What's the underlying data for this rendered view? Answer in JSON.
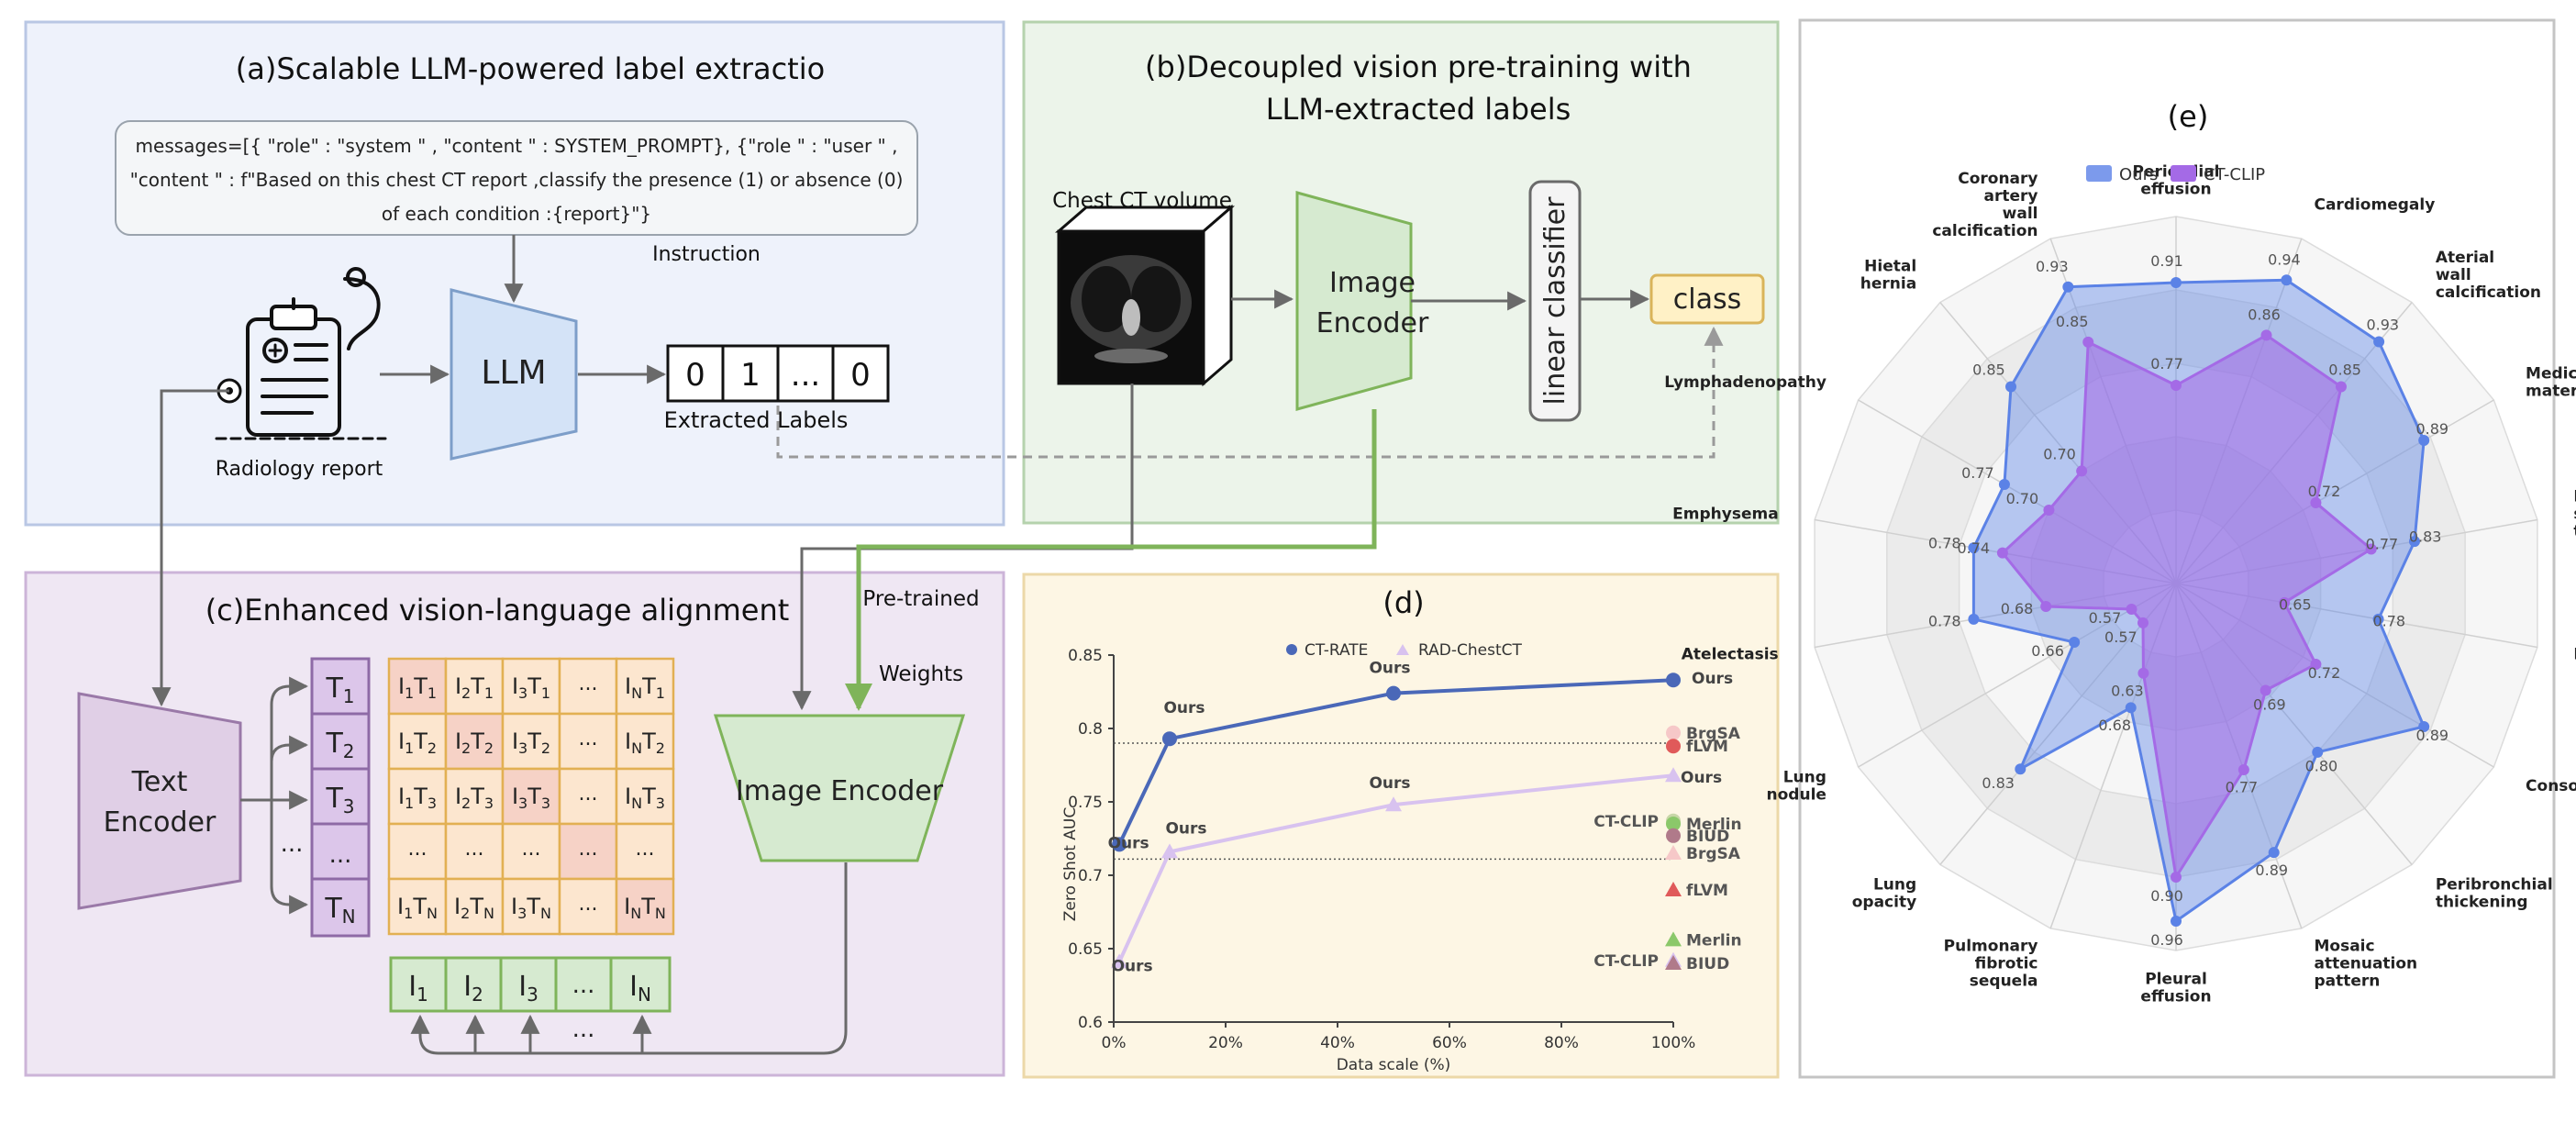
{
  "panel_a": {
    "title": "(a)Scalable LLM-powered label extractio",
    "prompt_lines": [
      "messages=[{ \"role\" : \"system \" , \"content \" : SYSTEM_PROMPT},  {\"role \" : \"user \" ,",
      "\"content \" : f\"Based on this chest CT report ,classify the presence (1) or absence (0)",
      "of each condition :{report}\"}"
    ],
    "instruction_label": "Instruction",
    "radiology_label": "Radiology report",
    "llm_label": "LLM",
    "labels_cells": [
      "0",
      "1",
      "...",
      "0"
    ],
    "extracted_label": "Extracted Labels"
  },
  "panel_b": {
    "title_line1": "(b)Decoupled vision pre-training with",
    "title_line2": "LLM-extracted labels",
    "ct_label": "Chest CT volume",
    "encoder_line1": "Image",
    "encoder_line2": "Encoder",
    "classifier_label": "linear classifier",
    "class_label": "class"
  },
  "panel_c": {
    "title": "(c)Enhanced vision-language alignment",
    "text_encoder_line1": "Text",
    "text_encoder_line2": "Encoder",
    "image_encoder_label": "Image Encoder",
    "pretrained_line1": "Pre-trained",
    "pretrained_line2": "Weights",
    "t_tokens": [
      [
        "T",
        "1"
      ],
      [
        "T",
        "2"
      ],
      [
        "T",
        "3"
      ],
      [
        "...",
        ""
      ],
      [
        "T",
        "N"
      ]
    ],
    "i_tokens": [
      [
        "I",
        "1"
      ],
      [
        "I",
        "2"
      ],
      [
        "I",
        "3"
      ],
      [
        "...",
        ""
      ],
      [
        "I",
        "N"
      ]
    ],
    "dots": "..."
  },
  "panel_d": {
    "title": "(d)",
    "chart_data": {
      "type": "line",
      "xlabel": "Data scale (%)",
      "ylabel": "Zero Shot AUC",
      "xlim": [
        0,
        100
      ],
      "ylim": [
        0.6,
        0.85
      ],
      "xticks": [
        "0%",
        "20%",
        "40%",
        "60%",
        "80%",
        "100%"
      ],
      "yticks": [
        "0.6",
        "0.65",
        "0.7",
        "0.75",
        "0.8",
        "0.85"
      ],
      "series": [
        {
          "name": "CT-RATE",
          "color": "#4a68b8",
          "x": [
            1,
            10,
            50,
            100
          ],
          "y": [
            0.721,
            0.793,
            0.824,
            0.833
          ],
          "point_label": "Ours"
        },
        {
          "name": "RAD-ChestCT",
          "color": "#d8c2ef",
          "x": [
            1,
            10,
            50,
            100
          ],
          "y": [
            0.641,
            0.716,
            0.748,
            0.768
          ],
          "point_label": "Ours"
        }
      ],
      "reference_lines": [
        0.79,
        0.711
      ],
      "baselines": [
        {
          "label": "BrgSA",
          "y": 0.797,
          "shape": "circle",
          "color": "#f6c8c8"
        },
        {
          "label": "fLVM",
          "y": 0.788,
          "shape": "circle",
          "color": "#e05a5a"
        },
        {
          "label": "CT-CLIP",
          "y": 0.737,
          "shape": "circle",
          "color": "#c8d6a8"
        },
        {
          "label": "Merlin",
          "y": 0.735,
          "shape": "circle",
          "color": "#8bc86a"
        },
        {
          "label": "BIUD",
          "y": 0.727,
          "shape": "circle",
          "color": "#b07a8a"
        },
        {
          "label": "BrgSA",
          "y": 0.715,
          "shape": "triangle",
          "color": "#f6c8c8"
        },
        {
          "label": "fLVM",
          "y": 0.69,
          "shape": "triangle",
          "color": "#e05a5a"
        },
        {
          "label": "Merlin",
          "y": 0.656,
          "shape": "triangle",
          "color": "#8bc86a"
        },
        {
          "label": "CT-CLIP",
          "y": 0.642,
          "shape": "triangle",
          "color": "#d8c2ef"
        },
        {
          "label": "BIUD",
          "y": 0.64,
          "shape": "triangle",
          "color": "#b07a8a"
        }
      ]
    }
  },
  "panel_e": {
    "title": "(e)",
    "chart_data": {
      "type": "radar",
      "legend": [
        "Ours",
        "CT-CLIP"
      ],
      "colors": {
        "ours": "#5b82e6",
        "ctclip": "#a46ae6"
      },
      "rlim": [
        0.5,
        1.0
      ],
      "categories": [
        [
          "Pericadial",
          "effusion"
        ],
        [
          "Cardiomegaly"
        ],
        [
          "Aterial",
          "wall",
          "calcification"
        ],
        [
          "Medical",
          "material"
        ],
        [
          "Interlobular",
          "septal",
          "thickening"
        ],
        [
          "Bronchiectasis"
        ],
        [
          "Consolidation"
        ],
        [
          "Peribronchial",
          "thickening"
        ],
        [
          "Mosaic",
          "attenuation",
          "pattern"
        ],
        [
          "Pleural",
          "effusion"
        ],
        [
          "Pulmonary",
          "fibrotic",
          "sequela"
        ],
        [
          "Lung",
          "opacity"
        ],
        [
          "Lung",
          "nodule"
        ],
        [
          "Atelectasis"
        ],
        [
          "Emphysema"
        ],
        [
          "Lymphadenopathy"
        ],
        [
          "Hietal",
          "hernia"
        ],
        [
          "Coronary",
          "artery",
          "wall",
          "calcification"
        ]
      ],
      "ours": [
        0.91,
        0.94,
        0.93,
        0.89,
        0.83,
        0.78,
        0.89,
        0.8,
        0.89,
        0.96,
        0.68,
        0.83,
        0.66,
        0.78,
        0.78,
        0.77,
        0.85,
        0.93
      ],
      "ct_clip": [
        0.77,
        0.86,
        0.85,
        0.72,
        0.77,
        0.65,
        0.72,
        0.69,
        0.77,
        0.9,
        0.63,
        0.57,
        0.57,
        0.68,
        0.74,
        0.7,
        0.7,
        0.85
      ]
    }
  }
}
